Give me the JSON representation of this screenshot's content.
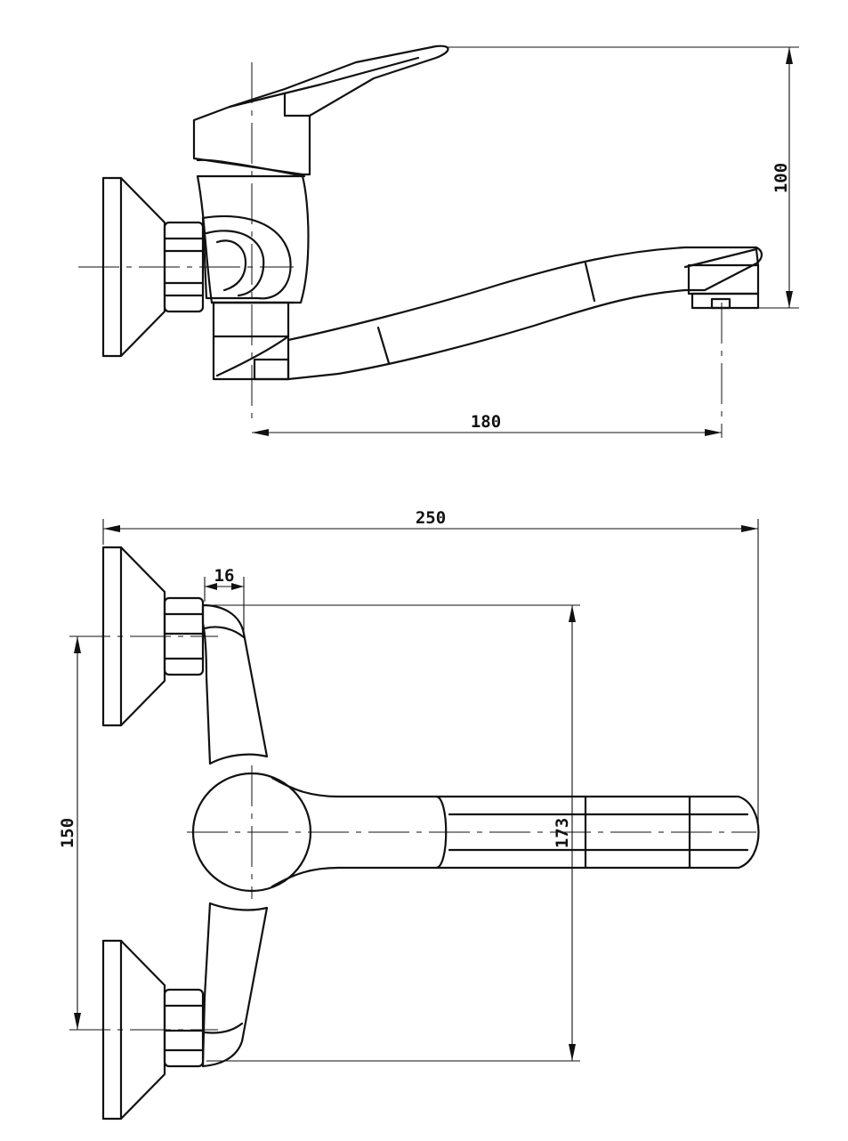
{
  "dimensions": {
    "height_100": "100",
    "reach_180": "180",
    "width_250": "250",
    "offset_16": "16",
    "centers_150": "150",
    "length_173": "173"
  }
}
